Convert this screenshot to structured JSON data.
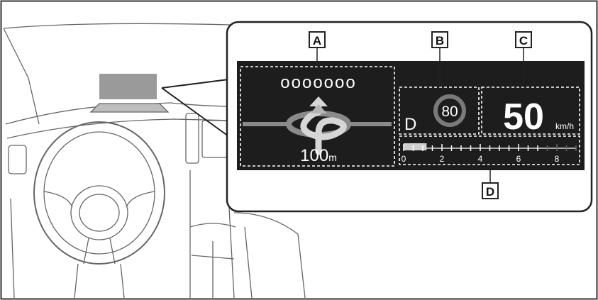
{
  "callouts": {
    "a": "A",
    "b": "B",
    "c": "C",
    "d": "D"
  },
  "hud": {
    "street_name": "ooooooo",
    "distance_value": "100",
    "distance_unit": "m",
    "gear": "D",
    "speed_limit": "80",
    "speed_value": "50",
    "speed_unit": "km/h",
    "tachometer": {
      "ticks": [
        "0",
        "2",
        "4",
        "6",
        "8"
      ],
      "level": 1.2,
      "max": 9
    }
  },
  "colors": {
    "hud_background": "#1d1d1d",
    "road": "#8a8a8a",
    "arrow": "#d6d6d6",
    "limit_ring": "#7a7a7a",
    "panel_gray": "#9a9a9a"
  }
}
